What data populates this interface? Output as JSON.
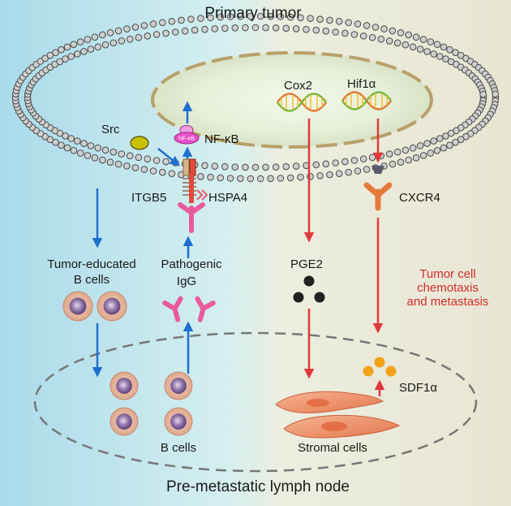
{
  "title_top": "Primary tumor",
  "title_bottom": "Pre-metastatic lymph node",
  "labels": {
    "src": "Src",
    "nfkb": "NF-κB",
    "nfkb_small": "NF-κB",
    "itgb5": "ITGB5",
    "hspa4": "HSPA4",
    "cox2": "Cox2",
    "hif1a": "Hif1α",
    "cxcr4": "CXCR4",
    "pge2": "PGE2",
    "tumor_educated_line1": "Tumor-educated",
    "tumor_educated_line2": "B cells",
    "pathogenic_line1": "Pathogenic",
    "pathogenic_line2": "IgG",
    "chemotaxis_line1": "Tumor cell",
    "chemotaxis_line2": "chemotaxis",
    "chemotaxis_line3": "and metastasis",
    "sdf1a": "SDF1α",
    "b_cells": "B cells",
    "stromal_cells": "Stromal cells"
  },
  "colors": {
    "bg_left": "#aadcea",
    "bg_right": "#ece9d8",
    "blue_arrow": "#1f6fd1",
    "red_arrow": "#e03a3a",
    "red_text": "#d42a2a",
    "nfkb": "#e64fc8",
    "src": "#c8c000",
    "igg": "#e85a9c",
    "sdf1a": "#f2a31a",
    "stromal": "#e9845a"
  }
}
